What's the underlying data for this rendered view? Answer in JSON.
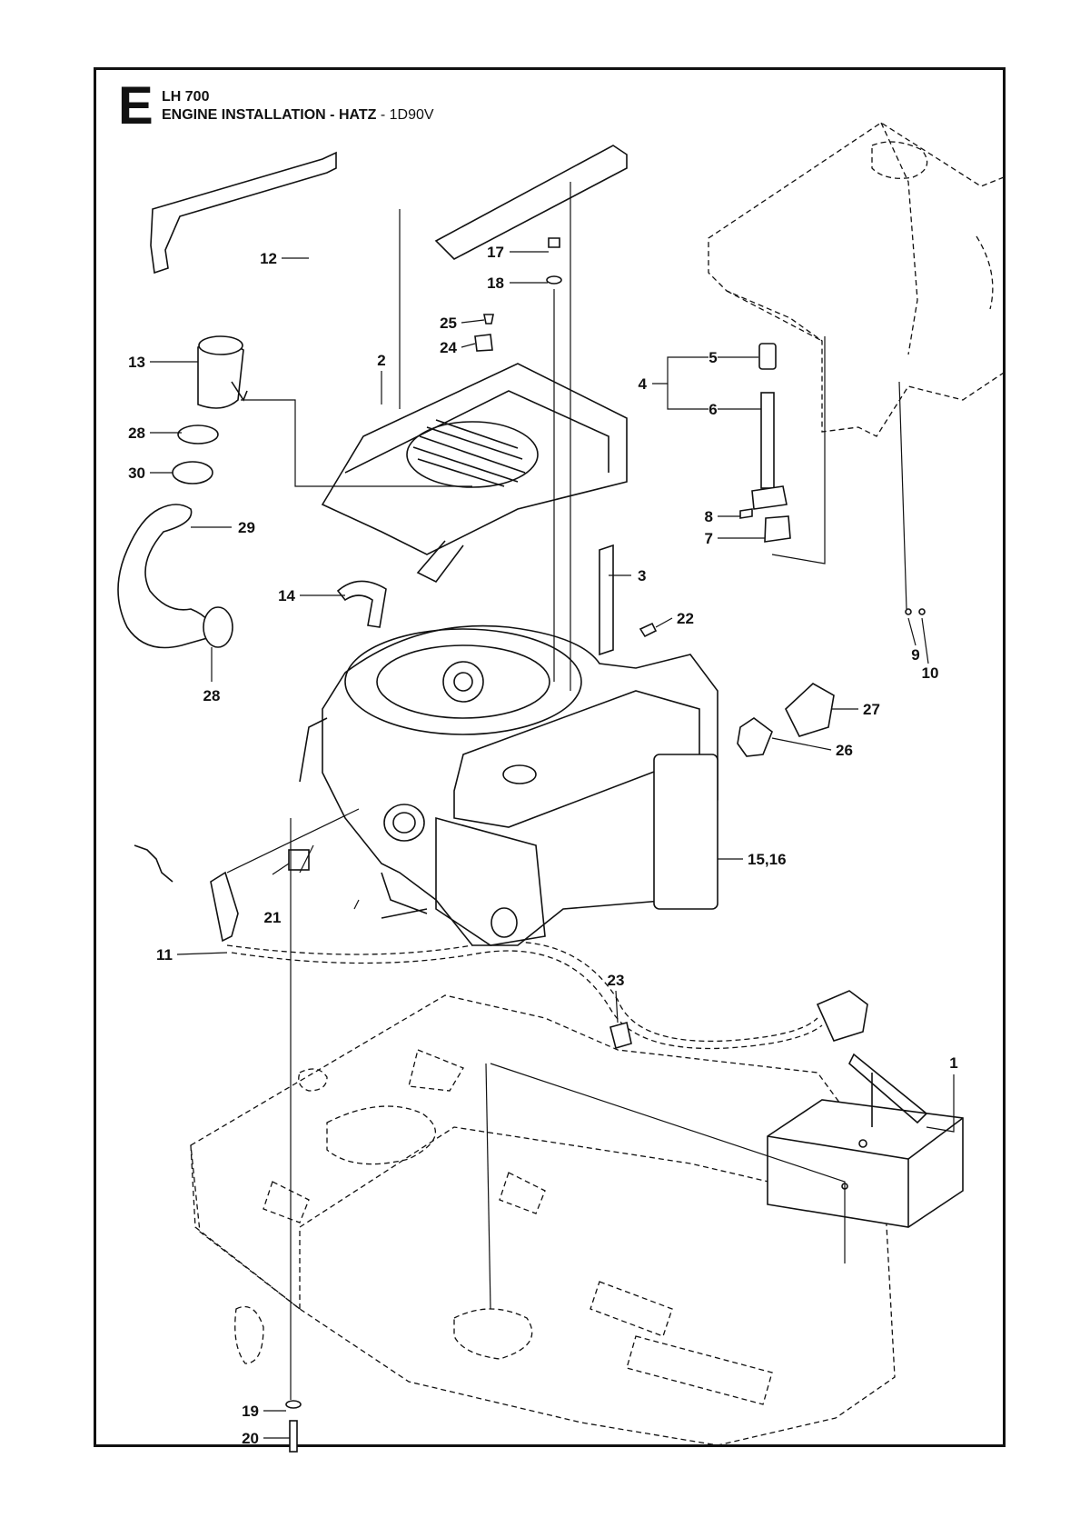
{
  "header": {
    "sheet_letter": "E",
    "model": "LH 700",
    "title_main": "ENGINE INSTALLATION - HATZ",
    "title_suffix": " - 1D90V"
  },
  "callouts": [
    "1",
    "2",
    "3",
    "4",
    "5",
    "6",
    "7",
    "8",
    "9",
    "10",
    "11",
    "12",
    "13",
    "14",
    "15,16",
    "17",
    "18",
    "19",
    "20",
    "21",
    "22",
    "23",
    "24",
    "25",
    "26",
    "27",
    "28",
    "28",
    "29",
    "30"
  ]
}
